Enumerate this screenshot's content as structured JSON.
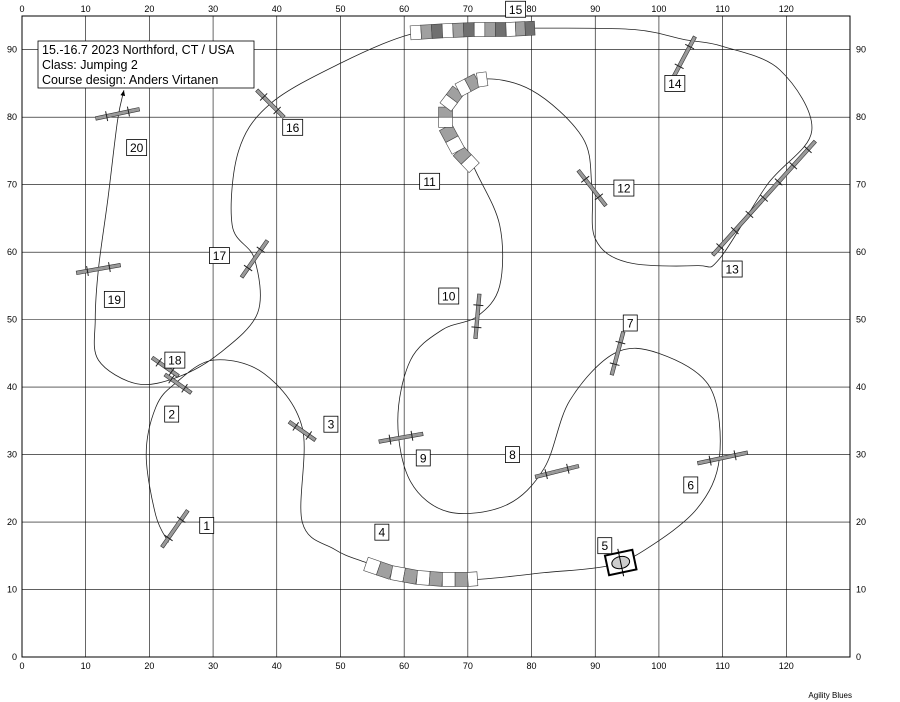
{
  "info": {
    "lines": [
      "15.-16.7 2023 Northford, CT / USA",
      "Class: Jumping 2",
      "Course design: Anders Virtanen"
    ]
  },
  "footer": {
    "text": "Agility Blues"
  },
  "axes": {
    "x_ticks": [
      0,
      10,
      20,
      30,
      40,
      50,
      60,
      70,
      80,
      90,
      100,
      110,
      120
    ],
    "y_ticks": [
      0,
      10,
      20,
      30,
      40,
      50,
      60,
      70,
      80,
      90
    ],
    "x_range": [
      0,
      130
    ],
    "y_range": [
      0,
      95
    ]
  },
  "obstacles": [
    {
      "num": "1",
      "label_at": [
        29,
        19.5
      ],
      "type": "jump",
      "at": [
        24,
        19
      ],
      "angle": -55,
      "len": 7
    },
    {
      "num": "2",
      "label_at": [
        23.5,
        36
      ],
      "type": "jump",
      "at": [
        24.5,
        40.5
      ],
      "angle": 35,
      "len": 5
    },
    {
      "num": "3",
      "label_at": [
        48.5,
        34.5
      ],
      "type": "jump",
      "at": [
        44,
        33.5
      ],
      "angle": 35,
      "len": 5
    },
    {
      "num": "4",
      "label_at": [
        56.5,
        18.5
      ],
      "type": "tunnel",
      "path": [
        [
          54,
          13.8
        ],
        [
          58,
          12.5
        ],
        [
          62,
          11.8
        ],
        [
          66,
          11.5
        ],
        [
          70,
          11.5
        ],
        [
          71.5,
          11.6
        ]
      ]
    },
    {
      "num": "5",
      "label_at": [
        91.5,
        16.5
      ],
      "type": "tire",
      "at": [
        94,
        14
      ]
    },
    {
      "num": "6",
      "label_at": [
        105,
        25.5
      ],
      "type": "jump",
      "at": [
        110,
        29.5
      ],
      "angle": -12,
      "len": 8
    },
    {
      "num": "7",
      "label_at": [
        95.5,
        49.5
      ],
      "type": "jump",
      "at": [
        93.5,
        45
      ],
      "angle": -75,
      "len": 7
    },
    {
      "num": "8",
      "label_at": [
        77,
        30
      ],
      "type": "jump",
      "at": [
        84,
        27.5
      ],
      "angle": -14,
      "len": 7
    },
    {
      "num": "9",
      "label_at": [
        63,
        29.5
      ],
      "type": "jump",
      "at": [
        59.5,
        32.5
      ],
      "angle": -10,
      "len": 7
    },
    {
      "num": "10",
      "label_at": [
        67,
        53.5
      ],
      "type": "jump",
      "at": [
        71.5,
        50.5
      ],
      "angle": -85,
      "len": 7
    },
    {
      "num": "11",
      "label_at": [
        64,
        70.5
      ],
      "type": "tunnel",
      "path": [
        [
          71,
          72.5
        ],
        [
          68.5,
          75
        ],
        [
          66.5,
          78.5
        ],
        [
          66.5,
          81.5
        ],
        [
          68.5,
          84
        ],
        [
          71.5,
          85.5
        ],
        [
          73,
          85.7
        ]
      ]
    },
    {
      "num": "12",
      "label_at": [
        94.5,
        69.5
      ],
      "type": "jump",
      "at": [
        89.5,
        69.5
      ],
      "angle": 52,
      "len": 7
    },
    {
      "num": "13",
      "label_at": [
        111.5,
        57.5
      ],
      "type": "jump",
      "at": [
        116.5,
        68
      ],
      "angle": -48,
      "len": 24
    },
    {
      "num": "14",
      "label_at": [
        102.5,
        85
      ],
      "type": "jump",
      "at": [
        104,
        89
      ],
      "angle": -62,
      "len": 7
    },
    {
      "num": "15",
      "label_at": [
        77.5,
        96
      ],
      "type": "tunnel",
      "path": [
        [
          61,
          92.5
        ],
        [
          66,
          92.8
        ],
        [
          71,
          93
        ],
        [
          76,
          93
        ],
        [
          80.5,
          93.2
        ]
      ]
    },
    {
      "num": "16",
      "label_at": [
        42.5,
        78.5
      ],
      "type": "jump",
      "at": [
        39,
        82
      ],
      "angle": 45,
      "len": 6
    },
    {
      "num": "17",
      "label_at": [
        31,
        59.5
      ],
      "type": "jump",
      "at": [
        36.5,
        59
      ],
      "angle": -55,
      "len": 7
    },
    {
      "num": "18",
      "label_at": [
        24,
        44
      ],
      "type": "jump",
      "at": [
        22.5,
        43
      ],
      "angle": 35,
      "len": 5
    },
    {
      "num": "19",
      "label_at": [
        14.5,
        53
      ],
      "type": "jump",
      "at": [
        12,
        57.5
      ],
      "angle": -10,
      "len": 7
    },
    {
      "num": "20",
      "label_at": [
        18,
        75.5
      ],
      "type": "jump",
      "at": [
        15,
        80.5
      ],
      "angle": -12,
      "len": 7
    }
  ],
  "route": [
    [
      23,
      17
    ],
    [
      21,
      21
    ],
    [
      19.5,
      30
    ],
    [
      21,
      37
    ],
    [
      24,
      40.5
    ],
    [
      30,
      44
    ],
    [
      38,
      42
    ],
    [
      44,
      34
    ],
    [
      44,
      20
    ],
    [
      49,
      16
    ],
    [
      54,
      14
    ],
    [
      62,
      11.5
    ],
    [
      71.5,
      11.5
    ],
    [
      82,
      12.5
    ],
    [
      92,
      13.5
    ],
    [
      98,
      16
    ],
    [
      106,
      22
    ],
    [
      109.5,
      29.5
    ],
    [
      108,
      40
    ],
    [
      100,
      45
    ],
    [
      93,
      45
    ],
    [
      86,
      38
    ],
    [
      82,
      28
    ],
    [
      76,
      22.5
    ],
    [
      67,
      21.5
    ],
    [
      61,
      26
    ],
    [
      59,
      35
    ],
    [
      61,
      44
    ],
    [
      66,
      48.5
    ],
    [
      71.5,
      50.5
    ],
    [
      75,
      55
    ],
    [
      75,
      64
    ],
    [
      71,
      72.5
    ],
    [
      67,
      81
    ],
    [
      71.5,
      85.5
    ],
    [
      80,
      84
    ],
    [
      88,
      77
    ],
    [
      89.5,
      69.5
    ],
    [
      90,
      62
    ],
    [
      95,
      58.5
    ],
    [
      106,
      58
    ],
    [
      109.5,
      59
    ],
    [
      117,
      70
    ],
    [
      124,
      78
    ],
    [
      119,
      87
    ],
    [
      110,
      90.5
    ],
    [
      104,
      91.5
    ],
    [
      96,
      93
    ],
    [
      81,
      93.2
    ],
    [
      70,
      93
    ],
    [
      61,
      92.3
    ],
    [
      50,
      88
    ],
    [
      39,
      82
    ],
    [
      34,
      75
    ],
    [
      33,
      64
    ],
    [
      36.5,
      59
    ],
    [
      37,
      51
    ],
    [
      31,
      45
    ],
    [
      24.5,
      41.5
    ],
    [
      18,
      40.5
    ],
    [
      12,
      44
    ],
    [
      11.5,
      50
    ],
    [
      12,
      57.5
    ],
    [
      13.5,
      68
    ],
    [
      15,
      79.5
    ],
    [
      16,
      84
    ]
  ]
}
